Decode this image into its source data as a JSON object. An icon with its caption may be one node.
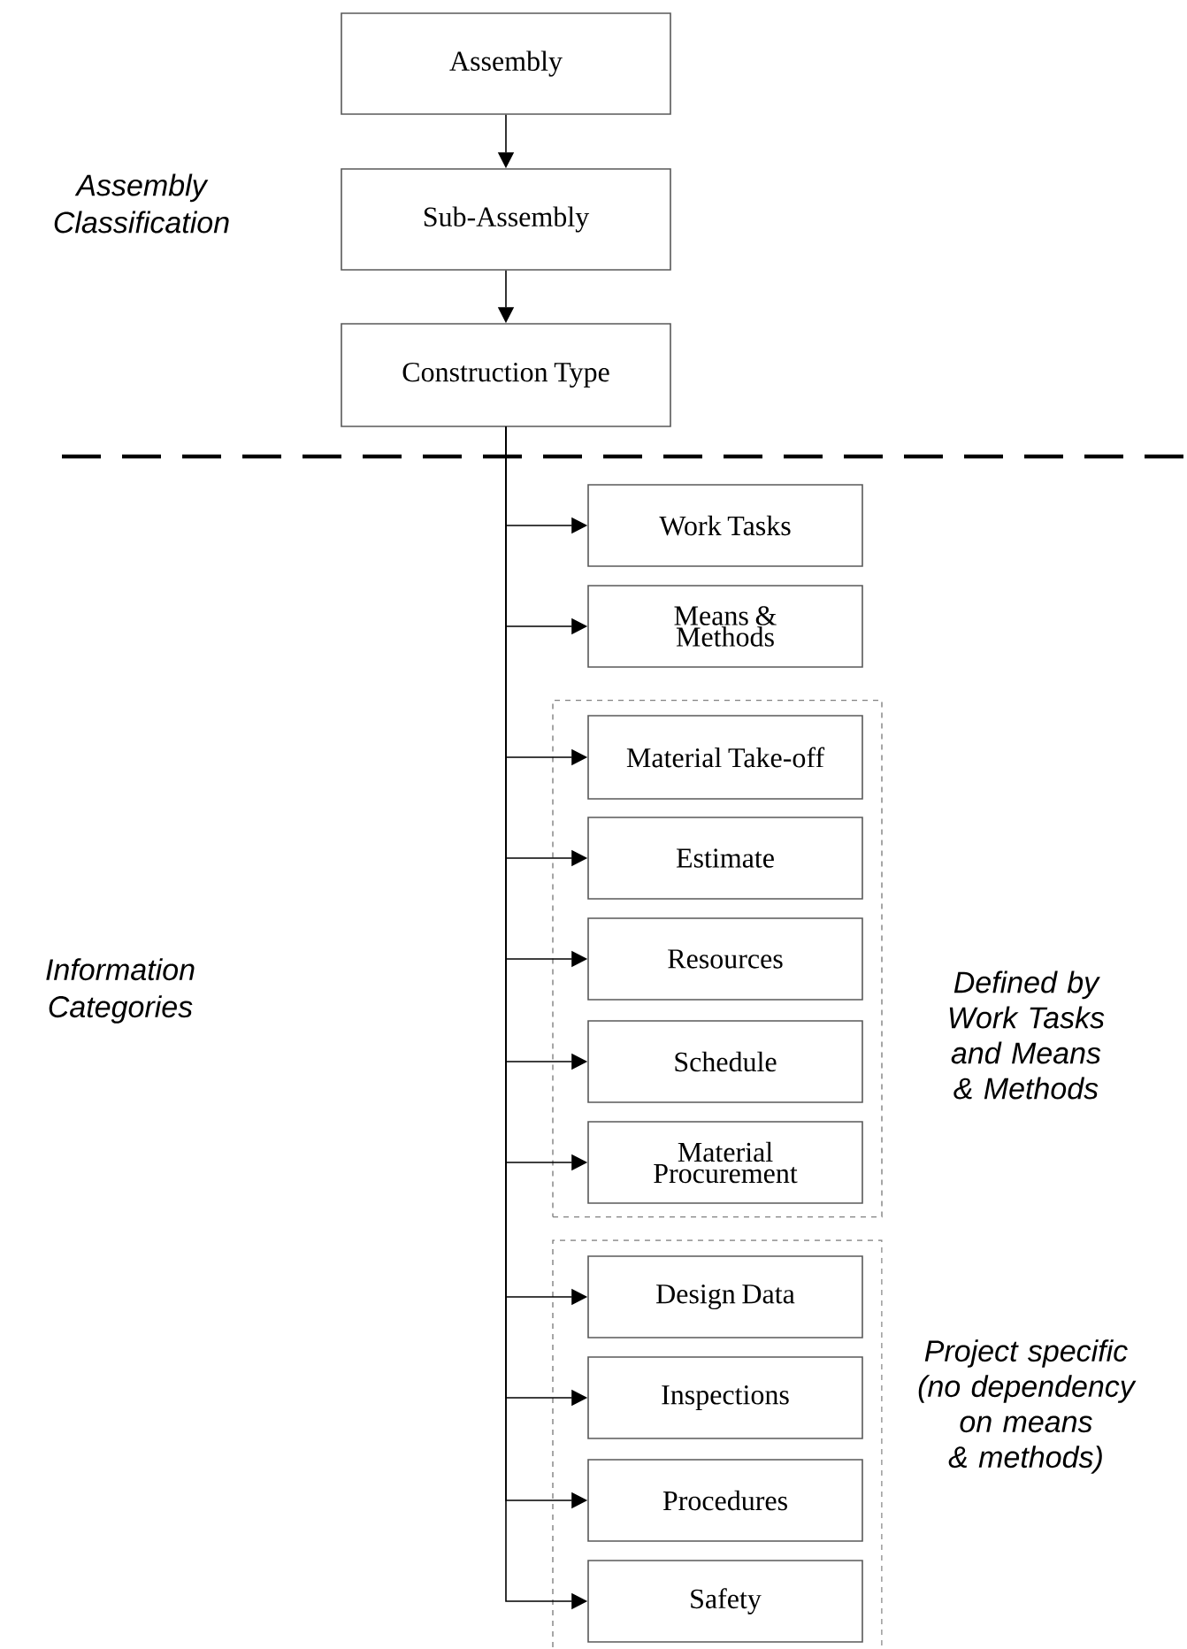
{
  "diagram": {
    "nodes": [
      {
        "text": [
          "Assembly"
        ]
      },
      {
        "text": [
          "Sub-Assembly"
        ]
      },
      {
        "text": [
          "Construction Type"
        ]
      },
      {
        "text": [
          "Work Tasks"
        ]
      },
      {
        "text": [
          "Means & Methods"
        ]
      },
      {
        "text": [],
        "shape": "box",
        "beside": [
          "Defined by Work Tasks and Means & Methods"
        ]
      },
      {
        "text": [
          "Material Take-off"
        ],
        "in": 5
      },
      {
        "text": [
          "Estimate"
        ],
        "in": 5
      },
      {
        "text": [
          "Resources"
        ],
        "in": 5
      },
      {
        "text": [
          "Schedule"
        ],
        "in": 5
      },
      {
        "text": [
          "Material Procurement"
        ],
        "in": 5
      },
      {
        "text": [],
        "shape": "box",
        "beside": [
          "Project specific (no dependency on means & methods)"
        ]
      },
      {
        "text": [
          "Design Data"
        ],
        "in": 11
      },
      {
        "text": [
          "Inspections"
        ],
        "in": 11
      },
      {
        "text": [
          "Procedures"
        ],
        "in": 11
      },
      {
        "text": [
          "Safety"
        ],
        "in": 11
      }
    ],
    "edges": [
      {
        "from": 0,
        "to": 1,
        "arrow": "to"
      },
      {
        "from": 1,
        "to": 2,
        "arrow": "to"
      },
      {
        "from": 2,
        "to": 3,
        "arrow": "to"
      },
      {
        "from": 2,
        "to": 4,
        "arrow": "to"
      },
      {
        "from": 2,
        "to": 6,
        "arrow": "to"
      },
      {
        "from": 2,
        "to": 7,
        "arrow": "to"
      },
      {
        "from": 2,
        "to": 8,
        "arrow": "to"
      },
      {
        "from": 2,
        "to": 9,
        "arrow": "to"
      },
      {
        "from": 2,
        "to": 10,
        "arrow": "to"
      },
      {
        "from": 2,
        "to": 12,
        "arrow": "to"
      },
      {
        "from": 2,
        "to": 13,
        "arrow": "to"
      },
      {
        "from": 2,
        "to": 14,
        "arrow": "to"
      },
      {
        "from": 2,
        "to": 15,
        "arrow": "to"
      }
    ],
    "labels": [
      "Assembly Classification",
      "Information Categories"
    ]
  }
}
